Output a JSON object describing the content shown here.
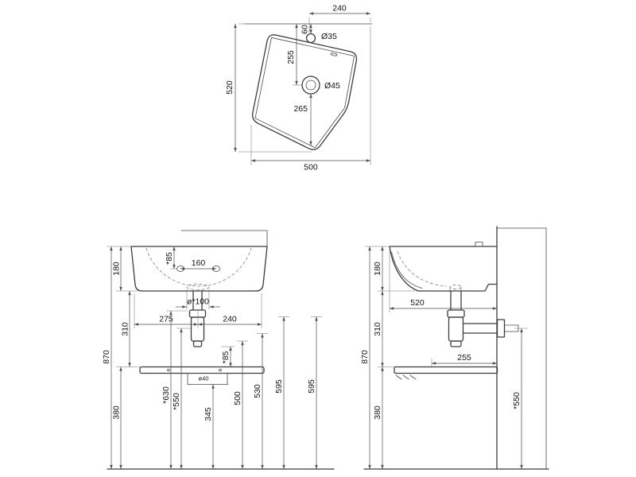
{
  "meta": {
    "background": "#ffffff",
    "object_line_color": "#3c3c3c",
    "dimension_line_color": "#4c4c4c",
    "text_color": "#141414"
  },
  "top_view": {
    "width_to_tap": "240",
    "tap_offset": "60",
    "tap_hole_dia": "Ø35",
    "depth_to_drain": "255",
    "drain_dia": "Ø45",
    "drain_to_front": "265",
    "overall_depth": "520",
    "overall_width": "500"
  },
  "front_view": {
    "basin_height": "180",
    "hole_depth": "*85",
    "hole_spacing": "160",
    "drain_opening": "ø*100",
    "left_to_drain": "275",
    "drain_to_right": "240",
    "basin_to_shelf": "310",
    "overall_height": "870",
    "shelf_gap": "*85",
    "outlet_pipe": "ø40",
    "trap_top_height": "*630",
    "outlet_height": "*550",
    "shelf_height": "380",
    "box_height": "345",
    "rail_height_a": "500",
    "rail_height_b": "530",
    "side_height_a": "595",
    "side_height_b": "595"
  },
  "side_view": {
    "basin_height": "180",
    "overall_depth": "520",
    "basin_to_shelf": "310",
    "overall_height": "870",
    "shelf_depth": "255",
    "outlet_height": "*550",
    "shelf_height": "380"
  }
}
